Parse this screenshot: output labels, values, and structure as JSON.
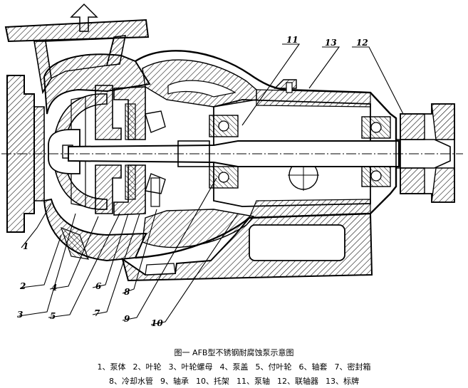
{
  "figure": {
    "title": "图一 AFB型不锈钢耐腐蚀泵示意图"
  },
  "callouts": [
    "1",
    "2",
    "3",
    "4",
    "5",
    "6",
    "7",
    "8",
    "9",
    "10",
    "11",
    "12",
    "13"
  ],
  "legend": {
    "row1": [
      {
        "label": "1、泵体"
      },
      {
        "label": "2、叶轮"
      },
      {
        "label": "3、叶轮螺母"
      },
      {
        "label": "4、泵盖"
      },
      {
        "label": "5、付叶轮"
      },
      {
        "label": "6、轴套"
      },
      {
        "label": "7、密封箱"
      }
    ],
    "row2": [
      {
        "label": "8、冷却水管"
      },
      {
        "label": "9、轴承"
      },
      {
        "label": "10、托架"
      },
      {
        "label": "11、泵轴"
      },
      {
        "label": "12、联轴器"
      },
      {
        "label": "13、标牌"
      }
    ]
  }
}
